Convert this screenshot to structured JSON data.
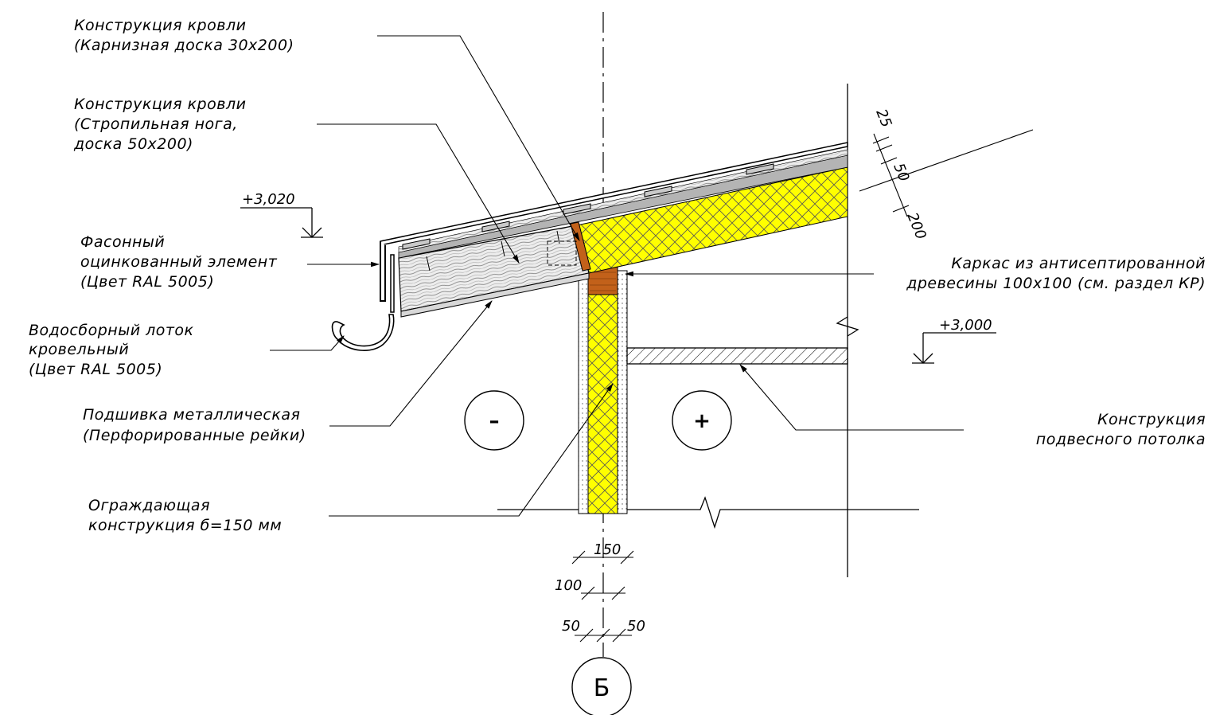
{
  "labels": {
    "roof_eaves_1": "Конструкция кровли",
    "roof_eaves_2": "(Карнизная доска 30х200)",
    "roof_rafter_1": "Конструкция кровли",
    "roof_rafter_2": "(Стропильная нога,",
    "roof_rafter_3": "доска 50х200)",
    "flashing_1": "Фасонный",
    "flashing_2": "оцинкованный элемент",
    "flashing_3": "(Цвет RAL 5005)",
    "gutter_1": "Водосборный лоток",
    "gutter_2": "кровельный",
    "gutter_3": "(Цвет RAL 5005)",
    "soffit_1": "Подшивка металлическая",
    "soffit_2": "(Перфорированные рейки)",
    "wall_1": "Ограждающая",
    "wall_2": "конструкция б=150 мм",
    "frame_1": "Каркас из антисептированной",
    "frame_2": "древесины 100х100 (см. раздел КР)",
    "ceiling_1": "Конструкция",
    "ceiling_2": "подвесного потолка"
  },
  "levels": {
    "level_top": "+3,020",
    "level_ceiling": "+3,000"
  },
  "zones": {
    "outside": "–",
    "inside": "+"
  },
  "axis": "Б",
  "dimensions": {
    "roof_25": "25",
    "roof_50": "50",
    "roof_200": "200",
    "wall_150": "150",
    "wall_100": "100",
    "wall_50_left": "50",
    "wall_50_right": "50"
  },
  "colors": {
    "insulation": "#ffff00",
    "timber": "#c2611a",
    "roof_sheet": "#b4b4b4",
    "soffit_board": "#d8d8d8"
  }
}
